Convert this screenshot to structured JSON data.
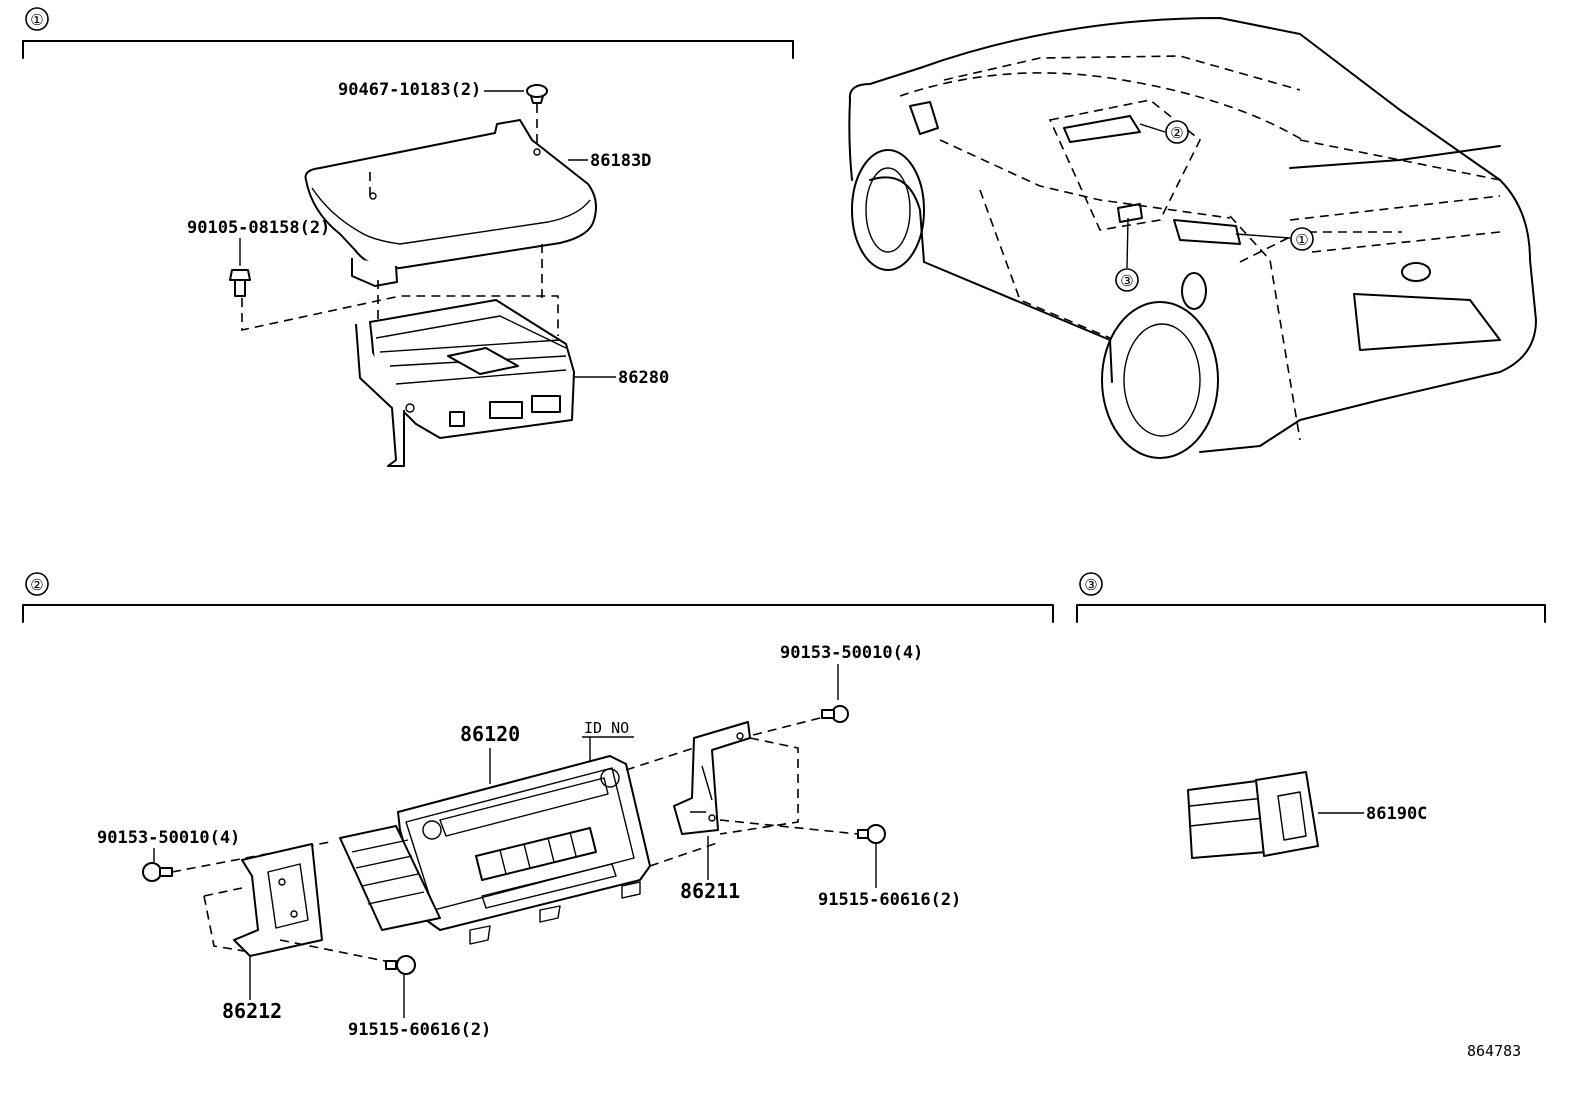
{
  "sections": [
    {
      "number": "①"
    },
    {
      "number": "②"
    },
    {
      "number": "③"
    }
  ],
  "section1": {
    "labels": {
      "clip": "90467-10183(2)",
      "cover": "86183D",
      "bolt": "90105-08158(2)",
      "amplifier": "86280"
    }
  },
  "section2": {
    "labels": {
      "receiver": "86120",
      "id_no": "ID NO",
      "screw_top_right": "90153-50010(4)",
      "screw_left": "90153-50010(4)",
      "bracket_right": "86211",
      "bracket_left": "86212",
      "screw_bottom_right": "91515-60616(2)",
      "screw_bottom_left": "91515-60616(2)"
    }
  },
  "section3": {
    "labels": {
      "jack": "86190C"
    }
  },
  "vehicle": {
    "callouts": [
      "①",
      "②",
      "③"
    ]
  },
  "diagram_id": "864783"
}
